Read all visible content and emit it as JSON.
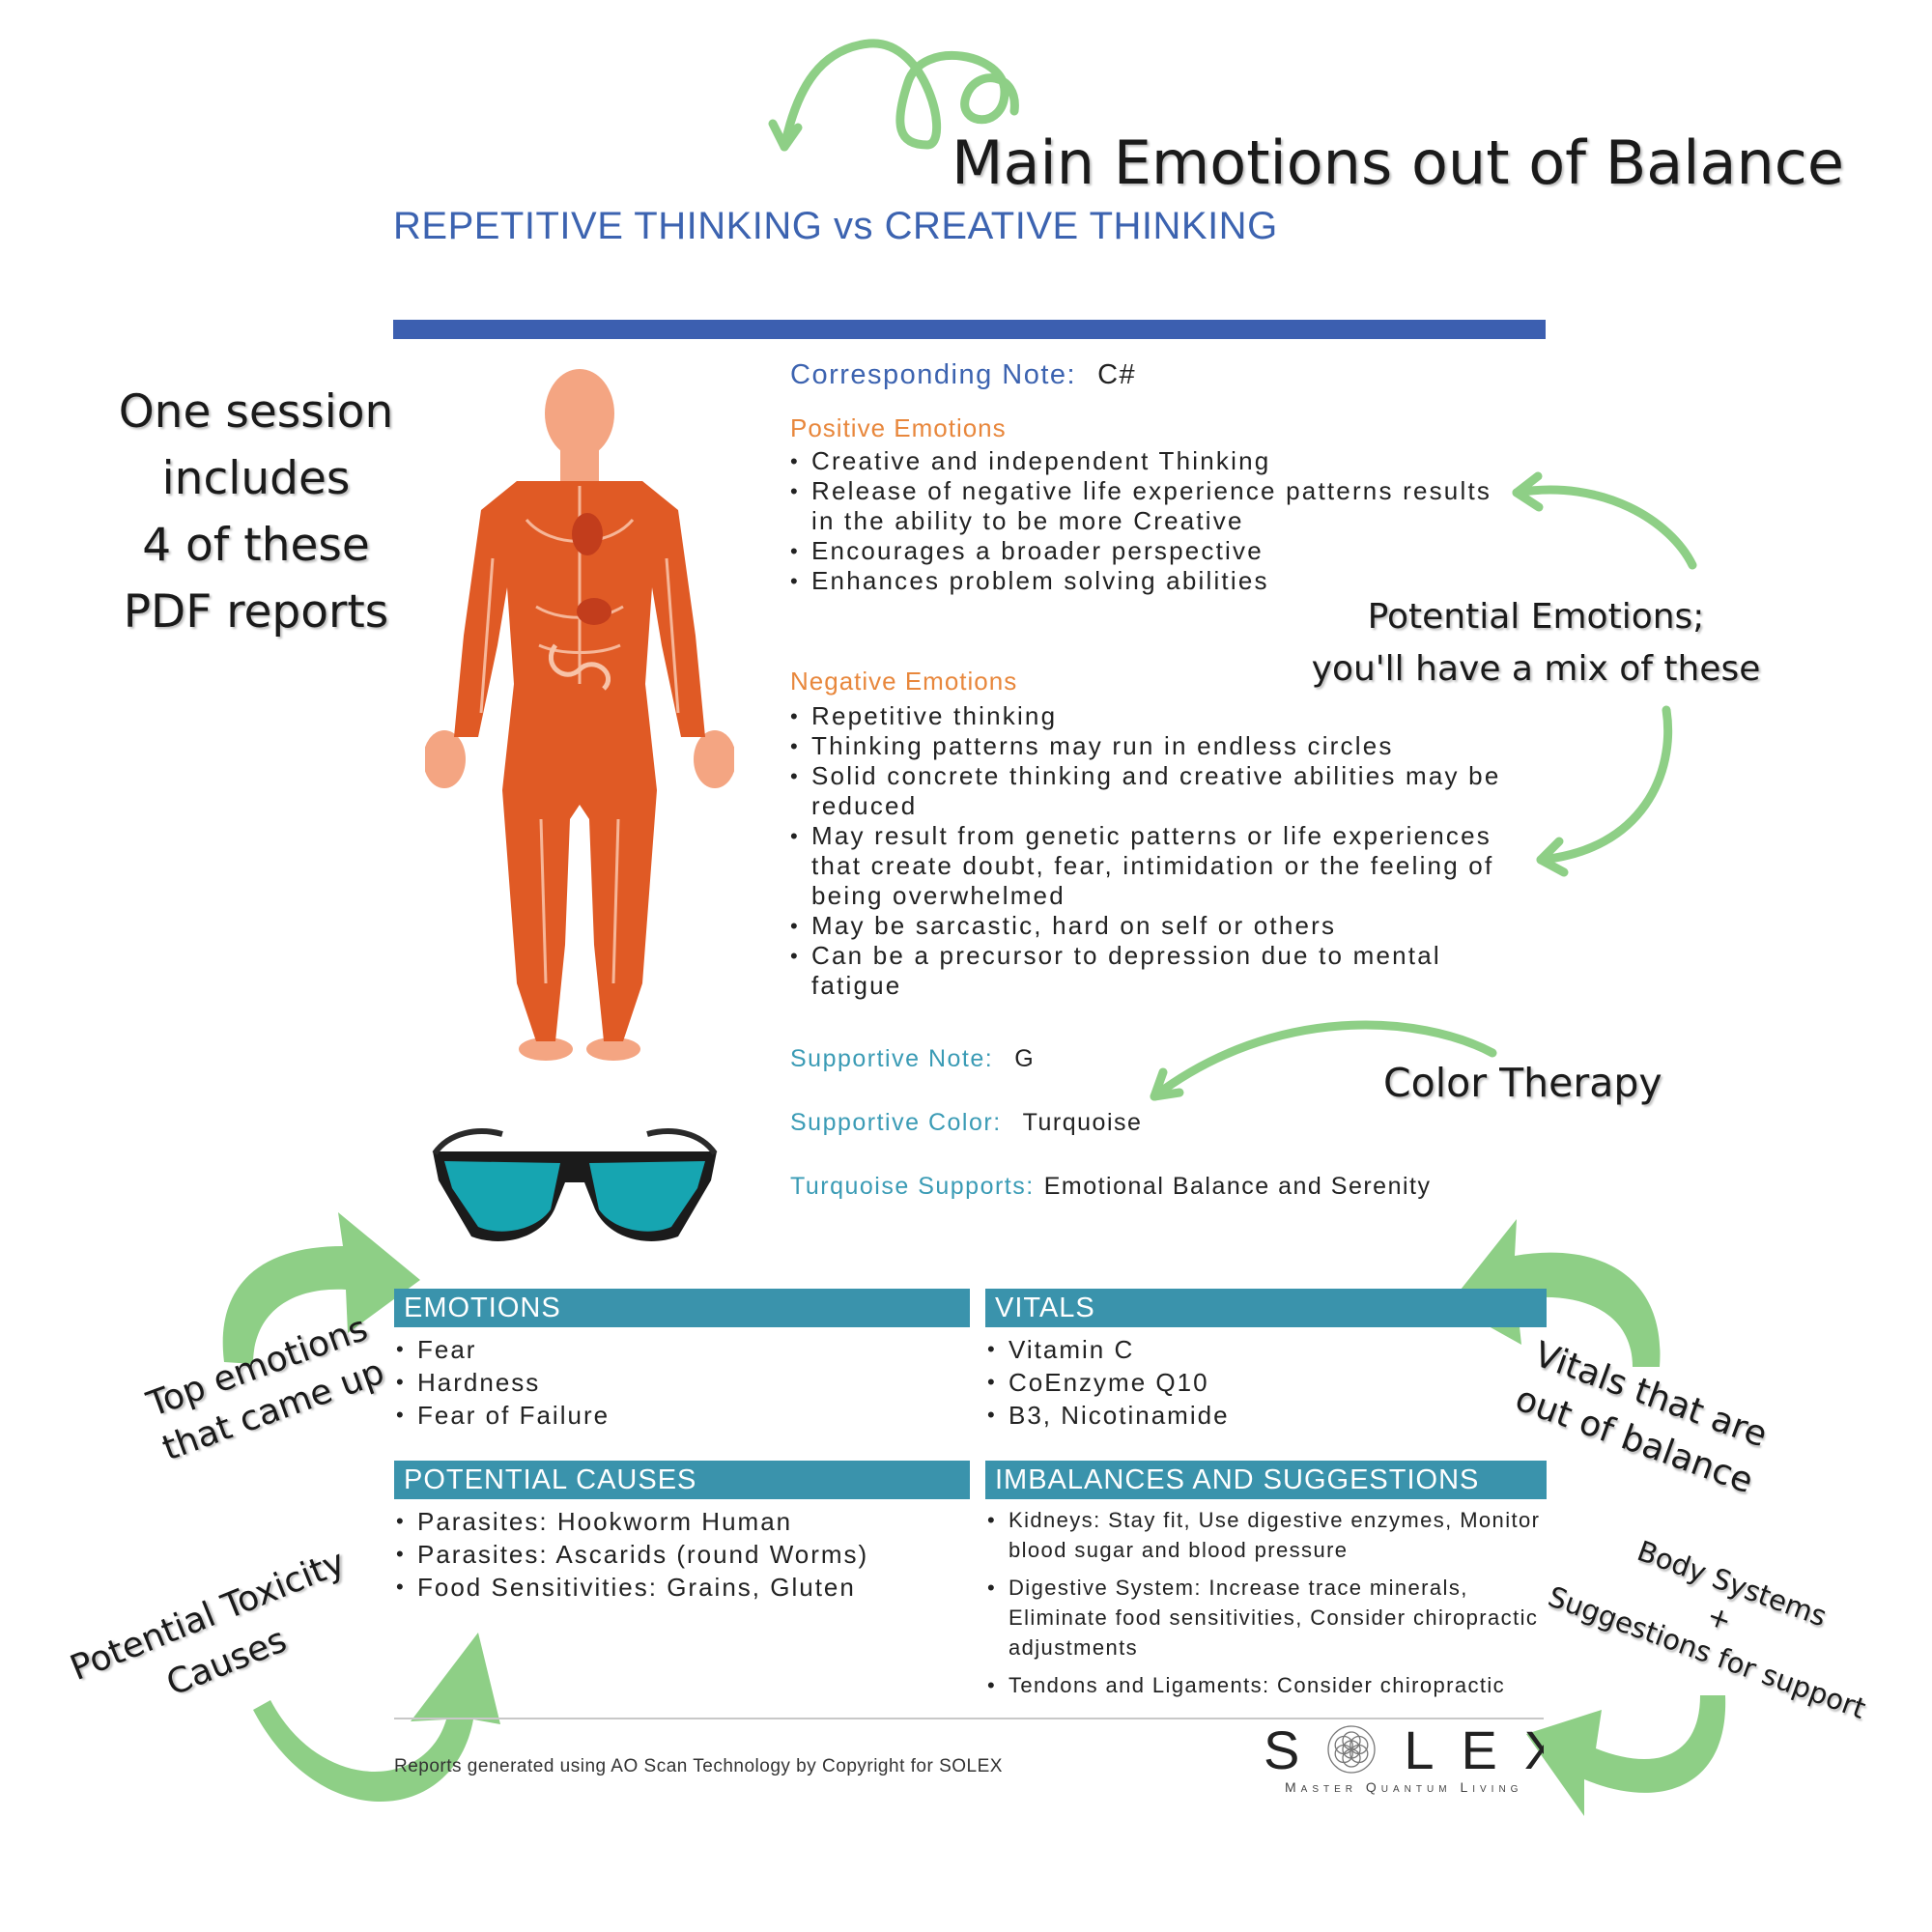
{
  "annotations": {
    "main_heading": "Main Emotions out of Balance",
    "session_lines": [
      "One session",
      "includes",
      "4 of these",
      "PDF reports"
    ],
    "potential_emotions_lines": [
      "Potential Emotions;",
      "you'll have a mix of these"
    ],
    "color_therapy": "Color Therapy",
    "top_emotions_lines": [
      "Top emotions",
      "that came up"
    ],
    "vitals_lines": [
      "Vitals that are",
      "out of balance"
    ],
    "toxicity_lines": [
      "Potential Toxicity",
      "Causes"
    ],
    "body_systems_lines": [
      "Body Systems",
      "+",
      "Suggestions for support"
    ],
    "arrow_color": "#8ecf86"
  },
  "report": {
    "title": "REPETITIVE THINKING vs CREATIVE THINKING",
    "corresponding_note_label": "Corresponding Note:",
    "corresponding_note_value": "C#",
    "positive_heading": "Positive Emotions",
    "positive_items": [
      "Creative and independent Thinking",
      "Release of negative life experience patterns results in the ability to be more Creative",
      "Encourages a broader perspective",
      "Enhances problem solving abilities"
    ],
    "negative_heading": "Negative Emotions",
    "negative_items": [
      "Repetitive thinking",
      "Thinking patterns may run in endless circles",
      "Solid concrete thinking and creative abilities may be reduced",
      "May result from genetic patterns or life experiences that create doubt, fear, intimidation or the feeling of being overwhelmed",
      "May be sarcastic, hard on self or others",
      "Can be a precursor to depression due to mental fatigue"
    ],
    "supportive_note_label": "Supportive Note:",
    "supportive_note_value": "G",
    "supportive_color_label": "Supportive Color:",
    "supportive_color_value": "Turquoise",
    "supports_label": "Turquoise Supports:",
    "supports_value": "Emotional Balance and Serenity",
    "emotions_header": "EMOTIONS",
    "emotions": [
      "Fear",
      "Hardness",
      "Fear of Failure"
    ],
    "vitals_header": "VITALS",
    "vitals": [
      "Vitamin C",
      "CoEnzyme Q10",
      "B3, Nicotinamide"
    ],
    "causes_header": "POTENTIAL CAUSES",
    "causes": [
      "Parasites: Hookworm Human",
      "Parasites: Ascarids (round Worms)",
      "Food Sensitivities: Grains, Gluten"
    ],
    "imbalances_header": "IMBALANCES AND SUGGESTIONS",
    "imbalances": [
      "Kidneys: Stay fit, Use digestive enzymes, Monitor blood sugar and blood pressure",
      "Digestive System: Increase trace minerals, Eliminate food sensitivities, Consider chiropractic adjustments",
      "Tendons and Ligaments: Consider chiropractic adjustments, Consider collagen supplementation, Stretch before"
    ],
    "footer_text": "Reports generated using AO Scan Technology by Copyright for SOLEX",
    "logo_letters": [
      "S",
      "L",
      "E",
      "X"
    ],
    "logo_tagline": "Master Quantum Living",
    "bar_color": "#3a93ac",
    "title_color": "#3c63b0",
    "heading_orange": "#e8873c"
  }
}
